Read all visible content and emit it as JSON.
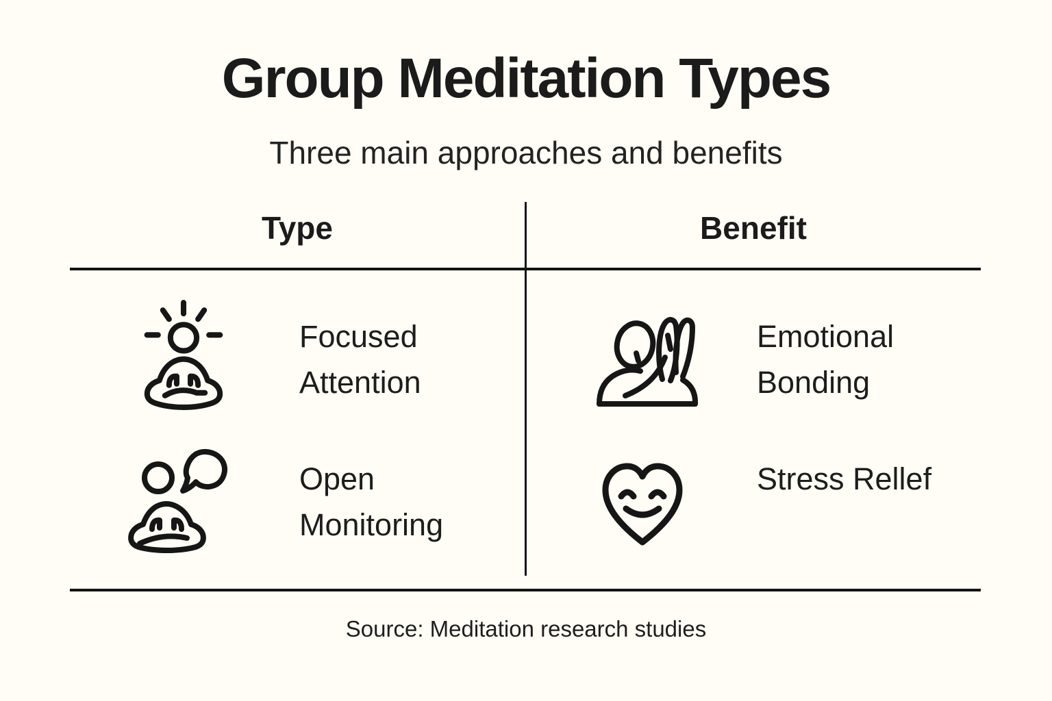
{
  "header": {
    "title": "Group Meditation Types",
    "subtitle": "Three main approaches and benefits"
  },
  "table": {
    "columns": [
      {
        "header": "Type",
        "rows": [
          {
            "icon": "meditation-enlightenment-icon",
            "label": "Focused Attention"
          },
          {
            "icon": "meditation-speech-bubble-icon",
            "label": "Open Monitoring"
          }
        ]
      },
      {
        "header": "Benefit",
        "rows": [
          {
            "icon": "high-five-person-icon",
            "label": "Emotional Bonding"
          },
          {
            "icon": "smiling-heart-icon",
            "label": "Stress Rellef"
          }
        ]
      }
    ]
  },
  "footer": {
    "source": "Source: Meditation research studies"
  },
  "colors": {
    "background": "#fffdf6",
    "ink": "#1c1c1c",
    "line": "#131313"
  }
}
